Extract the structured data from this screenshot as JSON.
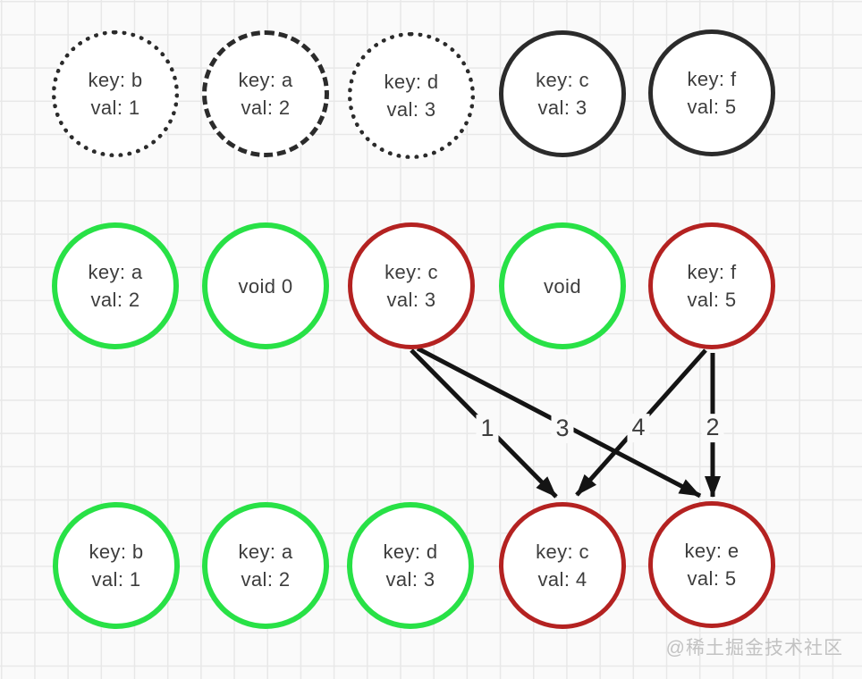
{
  "nodes": [
    {
      "id": "top-b",
      "line1": "key: b",
      "line2": "val: 1",
      "border": "dotted",
      "color": "dark"
    },
    {
      "id": "top-a",
      "line1": "key: a",
      "line2": "val: 2",
      "border": "dashed",
      "color": "dark"
    },
    {
      "id": "top-d",
      "line1": "key: d",
      "line2": "val: 3",
      "border": "dotted",
      "color": "dark"
    },
    {
      "id": "top-c",
      "line1": "key: c",
      "line2": "val: 3",
      "border": "solid",
      "color": "dark"
    },
    {
      "id": "top-f",
      "line1": "key: f",
      "line2": "val: 5",
      "border": "solid",
      "color": "dark"
    },
    {
      "id": "mid-a",
      "line1": "key: a",
      "line2": "val: 2",
      "border": "solid",
      "color": "green"
    },
    {
      "id": "mid-void0",
      "line1": "void 0",
      "line2": "",
      "border": "solid",
      "color": "green"
    },
    {
      "id": "mid-c",
      "line1": "key: c",
      "line2": "val: 3",
      "border": "solid",
      "color": "red"
    },
    {
      "id": "mid-void",
      "line1": "void",
      "line2": "",
      "border": "solid",
      "color": "green"
    },
    {
      "id": "mid-f",
      "line1": "key: f",
      "line2": "val: 5",
      "border": "solid",
      "color": "red"
    },
    {
      "id": "bot-b",
      "line1": "key: b",
      "line2": "val: 1",
      "border": "solid",
      "color": "green"
    },
    {
      "id": "bot-a",
      "line1": "key: a",
      "line2": "val: 2",
      "border": "solid",
      "color": "green"
    },
    {
      "id": "bot-d",
      "line1": "key: d",
      "line2": "val: 3",
      "border": "solid",
      "color": "green"
    },
    {
      "id": "bot-c",
      "line1": "key: c",
      "line2": "val: 4",
      "border": "solid",
      "color": "red"
    },
    {
      "id": "bot-e",
      "line1": "key: e",
      "line2": "val: 5",
      "border": "solid",
      "color": "red"
    }
  ],
  "arrows": [
    {
      "label": "1",
      "from": "mid-c",
      "to": "bot-c"
    },
    {
      "label": "3",
      "from": "mid-c",
      "to": "bot-e"
    },
    {
      "label": "4",
      "from": "mid-f",
      "to": "bot-c"
    },
    {
      "label": "2",
      "from": "mid-f",
      "to": "bot-e"
    }
  ],
  "watermark": "@稀土掘金技术社区",
  "colors": {
    "dark": "#2b2b2b",
    "green": "#28e146",
    "red": "#b42221",
    "arrow": "#141414",
    "node_text": "#3d3d3d",
    "watermark": "#c2c2c2",
    "background": "#fafafa",
    "grid_line": "#e8e8e8"
  }
}
